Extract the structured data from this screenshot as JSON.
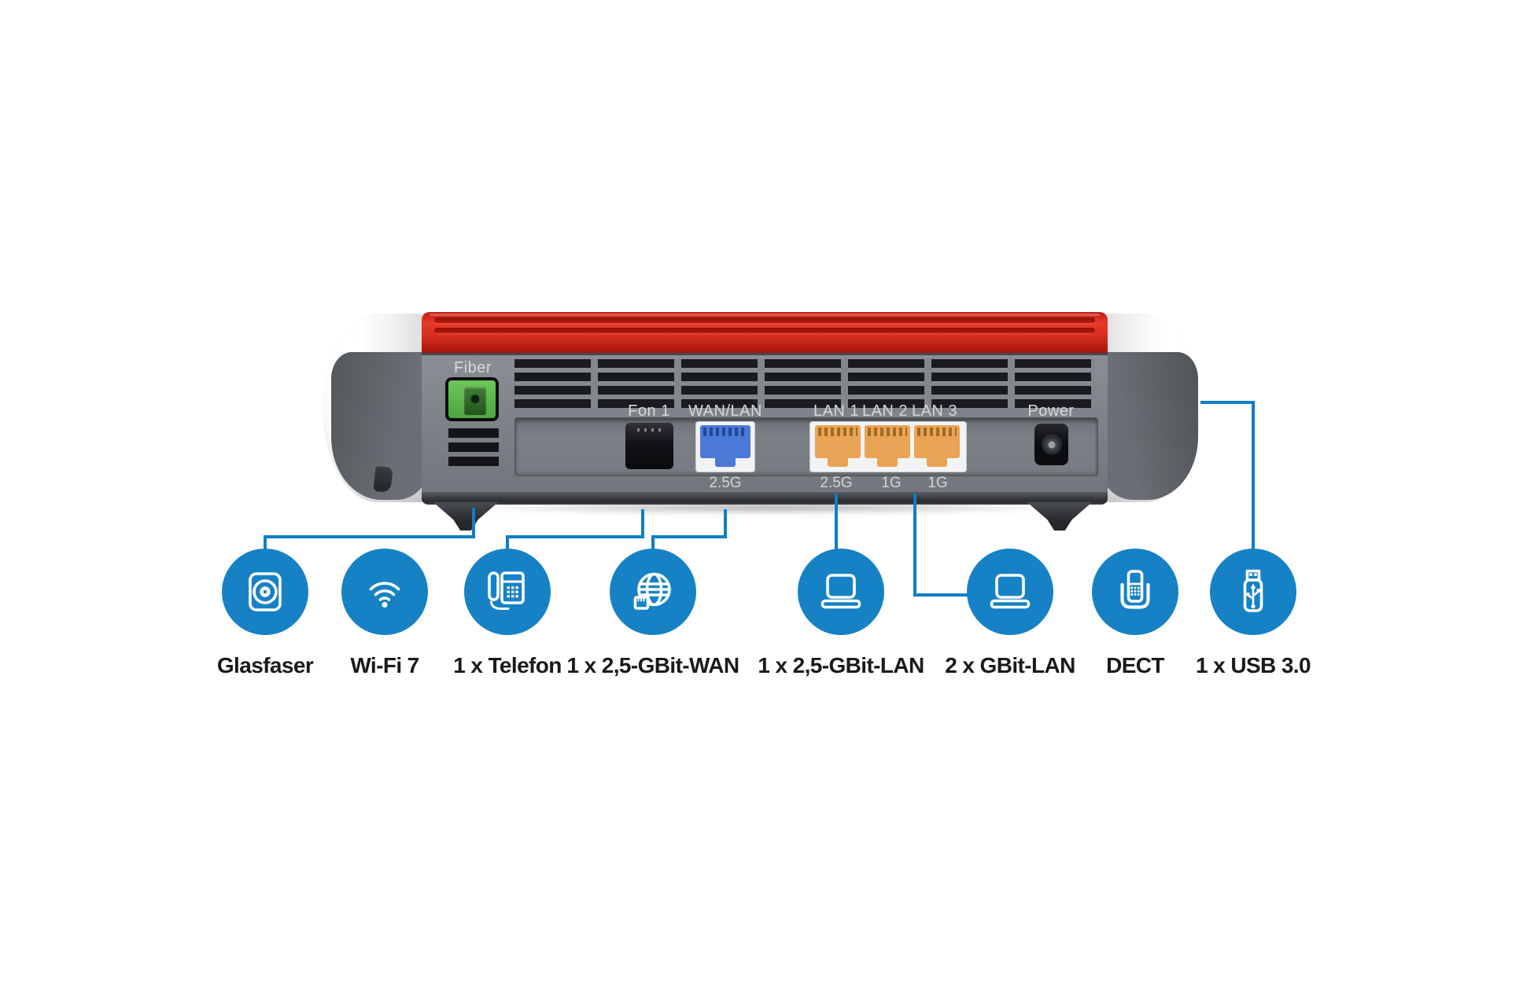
{
  "device": {
    "ports": [
      {
        "id": "fiber",
        "label": "Fiber"
      },
      {
        "id": "fon1",
        "label": "Fon 1"
      },
      {
        "id": "wan",
        "label": "WAN/LAN",
        "speed": "2.5G"
      },
      {
        "id": "lan1",
        "label": "LAN 1",
        "speed": "2.5G"
      },
      {
        "id": "lan2",
        "label": "LAN 2",
        "speed": "1G"
      },
      {
        "id": "lan3",
        "label": "LAN 3",
        "speed": "1G"
      },
      {
        "id": "power",
        "label": "Power"
      }
    ]
  },
  "features": [
    {
      "icon": "fiber-socket-icon",
      "label": "Glasfaser"
    },
    {
      "icon": "wifi-icon",
      "label": "Wi-Fi 7"
    },
    {
      "icon": "phone-icon",
      "label": "1 x Telefon"
    },
    {
      "icon": "globe-wan-icon",
      "label": "1 x 2,5-GBit-WAN"
    },
    {
      "icon": "laptop-icon",
      "label": "1 x 2,5-GBit-LAN"
    },
    {
      "icon": "laptop-icon",
      "label": "2 x GBit-LAN"
    },
    {
      "icon": "dect-handset-icon",
      "label": "DECT"
    },
    {
      "icon": "usb-stick-icon",
      "label": "1 x USB 3.0"
    }
  ],
  "colors": {
    "accent_blue": "#1682c5",
    "line_blue": "#0d7ec7",
    "brand_red": "#d62c1f",
    "label_text": "#1a1a1a",
    "port_label_text": "#d7d9db"
  }
}
